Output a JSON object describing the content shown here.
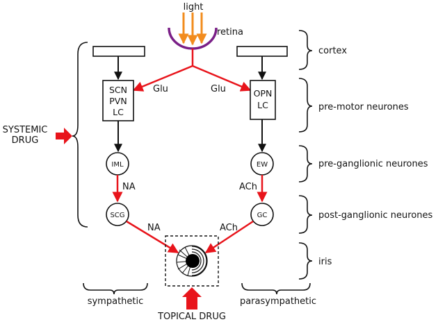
{
  "labels": {
    "light": "light",
    "retina": "retina",
    "systemic_drug_line1": "SYSTEMIC",
    "systemic_drug_line2": "DRUG",
    "topical_drug": "TOPICAL DRUG",
    "sympathetic": "sympathetic",
    "parasympathetic": "parasympathetic"
  },
  "levels": {
    "cortex": "cortex",
    "pre_motor": "pre-motor neurones",
    "pre_ganglionic": "pre-ganglionic neurones",
    "post_ganglionic": "post-ganglionic neurones",
    "iris": "iris"
  },
  "nodes": {
    "scn": "SCN",
    "pvn": "PVN",
    "lc_left": "LC",
    "opn": "OPN",
    "lc_right": "LC",
    "iml": "IML",
    "ew": "EW",
    "scg": "SCG",
    "gc": "GC"
  },
  "transmitters": {
    "glu_left": "Glu",
    "glu_right": "Glu",
    "na_pre": "NA",
    "ach_pre": "ACh",
    "na_post": "NA",
    "ach_post": "ACh"
  },
  "colors": {
    "red": "#e8141b",
    "orange": "#f28c1e",
    "purple": "#7a1f87",
    "black": "#111111"
  }
}
